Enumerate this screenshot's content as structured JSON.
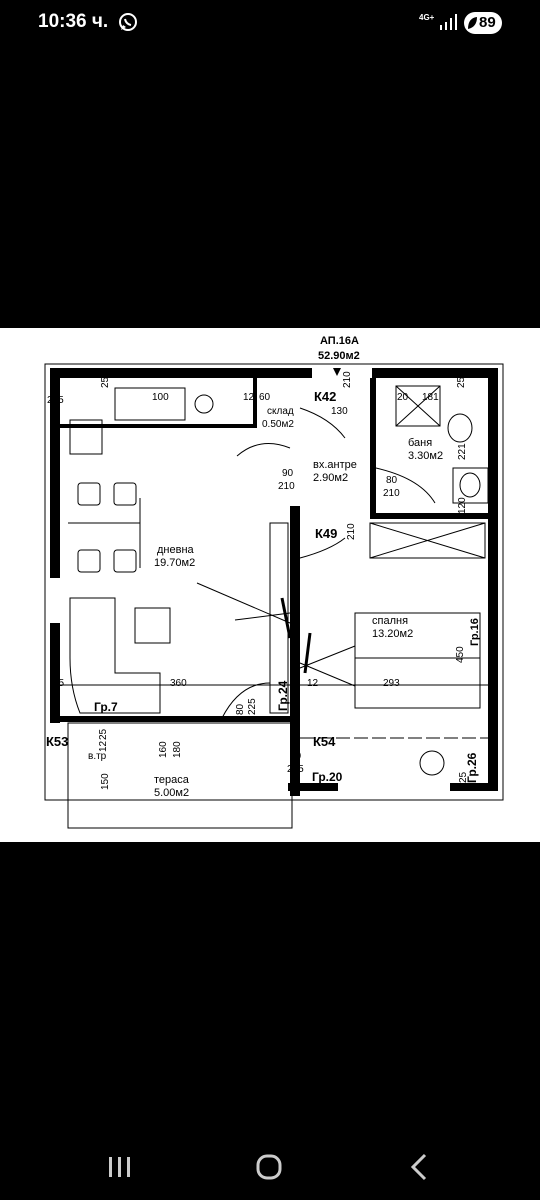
{
  "status_bar": {
    "time": "10:36 ч.",
    "network": "4G+",
    "battery_level": "89",
    "notification_icon": "whatsapp-icon"
  },
  "floor_plan": {
    "apartment": "АП.16А",
    "total_area": "52.90м2",
    "rooms": {
      "living": {
        "name": "дневна",
        "area": "19.70м2"
      },
      "storage": {
        "name": "склад",
        "area": "0.50м2"
      },
      "hallway": {
        "name": "вх.антре",
        "area": "2.90м2"
      },
      "bathroom": {
        "name": "баня",
        "area": "3.30м2"
      },
      "bedroom": {
        "name": "спалня",
        "area": "13.20м2"
      },
      "terrace": {
        "name": "тераса",
        "area": "5.00м2"
      }
    },
    "codes": {
      "k42": "К42",
      "k49": "К49",
      "k54": "К54",
      "k53": "К53",
      "gr24": "Гр.24",
      "gr20": "Гр.20",
      "gr7": "Гр.7",
      "gr26": "Гр.26",
      "vtr": "в.тр",
      "gr16": "Гр.16"
    },
    "dims": {
      "d25a": "25",
      "d225a": "225",
      "d100": "100",
      "d12": "12",
      "d60": "60",
      "d210a": "210",
      "d130": "130",
      "d20": "20",
      "d181": "181",
      "d25b": "25",
      "d90": "90",
      "d210b": "210",
      "d80a": "80",
      "d210c": "210",
      "d221": "221",
      "d120": "120",
      "d210d": "210",
      "d450": "450",
      "d25c": "25",
      "d360": "360",
      "d12b": "12",
      "d293": "293",
      "d80b": "80",
      "d225b": "225",
      "d25d": "25",
      "d12c": "12",
      "d160": "160",
      "d180": "180",
      "d150": "150",
      "d80c": "80",
      "d225c": "225",
      "d25e": "25"
    }
  },
  "nav_bar": {
    "recents": "recents-icon",
    "home": "home-icon",
    "back": "back-icon"
  }
}
